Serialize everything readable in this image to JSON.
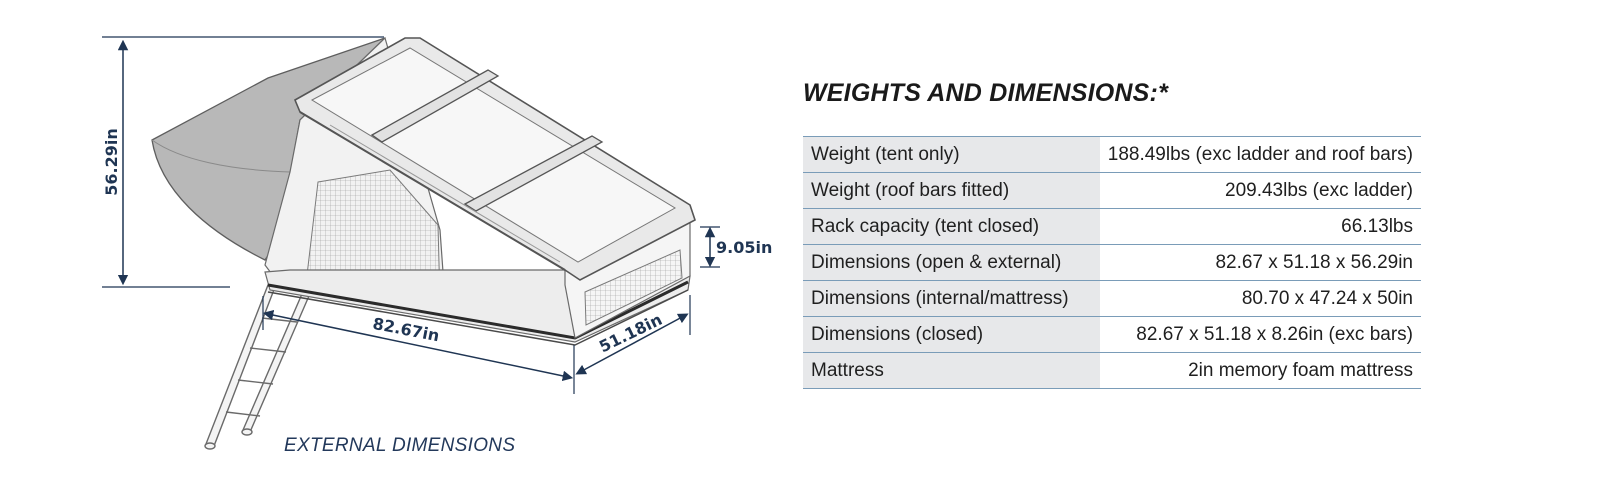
{
  "illustration": {
    "dimensions": {
      "height_open": "56.29in",
      "base_height": "9.05in",
      "length": "82.67in",
      "width": "51.18in"
    },
    "caption": "EXTERNAL DIMENSIONS"
  },
  "specs": {
    "title": "WEIGHTS AND DIMENSIONS:*",
    "rows": [
      {
        "label": "Weight (tent only)",
        "value": "188.49lbs (exc ladder and roof bars)"
      },
      {
        "label": "Weight (roof bars fitted)",
        "value": "209.43lbs (exc ladder)"
      },
      {
        "label": "Rack capacity (tent closed)",
        "value": "66.13lbs"
      },
      {
        "label": "Dimensions (open & external)",
        "value": "82.67 x 51.18 x 56.29in"
      },
      {
        "label": "Dimensions (internal/mattress)",
        "value": "80.70 x 47.24 x 50in"
      },
      {
        "label": "Dimensions (closed)",
        "value": "82.67 x 51.18 x 8.26in (exc bars)"
      },
      {
        "label": "Mattress",
        "value": "2in memory foam mattress"
      }
    ]
  },
  "colors": {
    "dimension_navy": "#1f3553",
    "table_rule": "#7a9cb8",
    "label_cell_bg": "#e7e8ea"
  }
}
